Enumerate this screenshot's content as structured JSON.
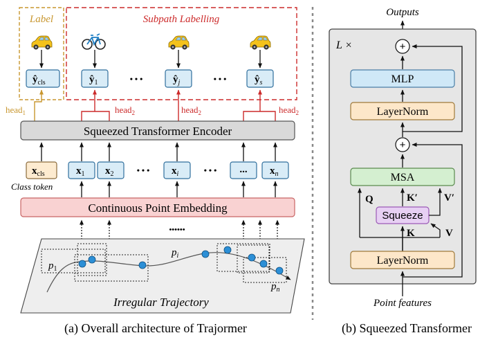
{
  "left_panel": {
    "label_box_title": "Label",
    "subpath_box_title": "Subpath Labelling",
    "outputs": {
      "cls": {
        "main": "ŷ",
        "sub": "cls"
      },
      "y1": {
        "main": "ŷ",
        "sub": "1"
      },
      "yj": {
        "main": "ŷ",
        "sub": "j"
      },
      "ys": {
        "main": "ŷ",
        "sub": "s"
      },
      "ellipsis": "• • •"
    },
    "heads": {
      "head1_main": "head",
      "head1_sub": "1",
      "head2_main": "head",
      "head2_sub": "2"
    },
    "encoder_label": "Squeezed Transformer Encoder",
    "tokens": {
      "cls": {
        "main": "x",
        "sub": "cls"
      },
      "x1": {
        "main": "x",
        "sub": "1"
      },
      "x2": {
        "main": "x",
        "sub": "2"
      },
      "xi": {
        "main": "x",
        "sub": "i"
      },
      "dots": "...",
      "xn": {
        "main": "x",
        "sub": "n"
      },
      "ellipsis": "• • •"
    },
    "class_token_label": "Class token",
    "embedding_label": "Continuous Point Embedding",
    "embedding_dots": "••••••",
    "trajectory": {
      "label": "Irregular Trajectory",
      "p1_main": "p",
      "p1_sub": "1",
      "pi_main": "p",
      "pi_sub": "i",
      "pn_main": "p",
      "pn_sub": "n"
    },
    "caption": "(a) Overall architecture of Trajormer"
  },
  "right_panel": {
    "outputs_label": "Outputs",
    "layers_label": "L ×",
    "plus": "+",
    "mlp_label": "MLP",
    "layernorm_top": "LayerNorm",
    "msa_label": "MSA",
    "squeeze_label": "Squeeze",
    "q_label": "Q",
    "k_prime_label": "K′",
    "v_prime_label": "V′",
    "k_label": "K",
    "v_label": "V",
    "layernorm_bottom": "LayerNorm",
    "input_label": "Point features",
    "caption": "(b) Squeezed Transformer"
  },
  "colors": {
    "label_box_border": "#c8962e",
    "label_text": "#c8962e",
    "subpath_border": "#cc2a2a",
    "subpath_text": "#cc2a2a",
    "output_fill": "#d9ecf7",
    "output_border": "#2f6e9c",
    "encoder_fill": "#d9d9d9",
    "embedding_fill": "#f9d2d2",
    "embedding_border": "#c86464",
    "trajectory_fill": "#eeeeee",
    "point_fill": "#2c8fd6",
    "cls_fill": "#fdebd0",
    "right_panel_fill": "#e6e6e6",
    "mlp_fill": "#cfe8f7",
    "layernorm_fill": "#fde7c9",
    "msa_fill": "#d4efd0",
    "squeeze_fill": "#e7d0f3",
    "squeeze_border": "#9b59b6"
  },
  "icons": [
    "car-icon",
    "bicycle-icon"
  ]
}
